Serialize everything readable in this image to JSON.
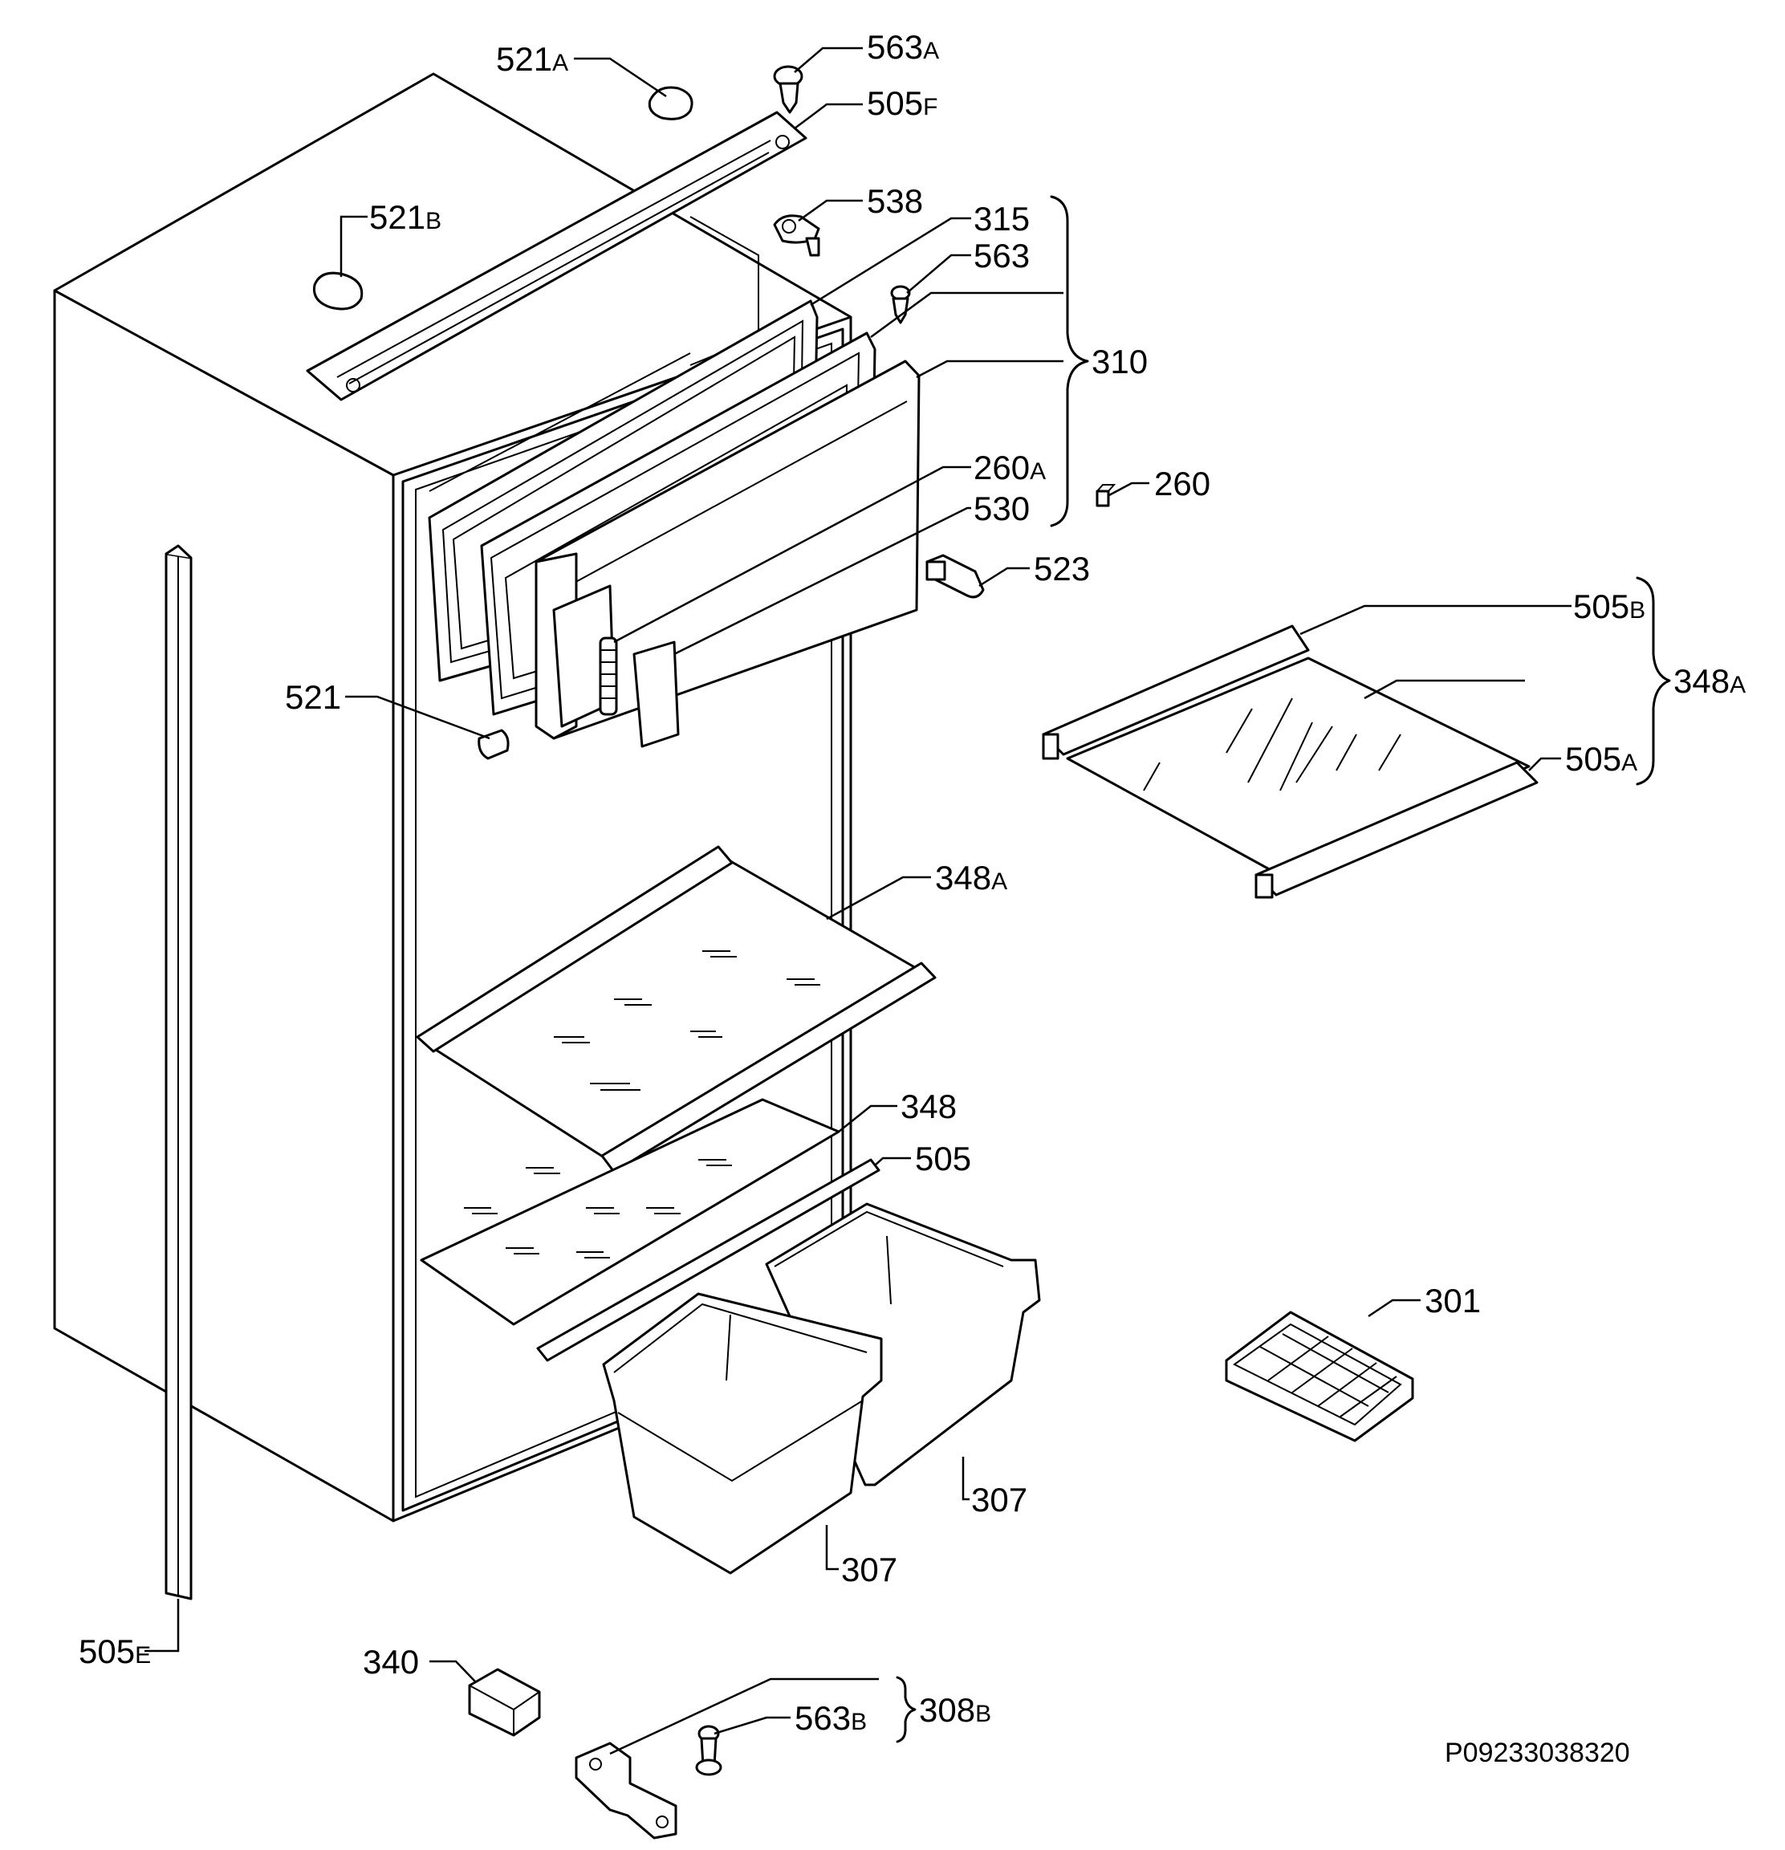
{
  "labels": {
    "l521A": {
      "num": "521",
      "suf": "A"
    },
    "l563A": {
      "num": "563",
      "suf": "A"
    },
    "l505F": {
      "num": "505",
      "suf": "F"
    },
    "l521B": {
      "num": "521",
      "suf": "B"
    },
    "l538": {
      "num": "538",
      "suf": ""
    },
    "l315": {
      "num": "315",
      "suf": ""
    },
    "l563": {
      "num": "563",
      "suf": ""
    },
    "l310": {
      "num": "310",
      "suf": ""
    },
    "l260A": {
      "num": "260",
      "suf": "A"
    },
    "l260": {
      "num": "260",
      "suf": ""
    },
    "l530": {
      "num": "530",
      "suf": ""
    },
    "l523": {
      "num": "523",
      "suf": ""
    },
    "l521": {
      "num": "521",
      "suf": ""
    },
    "l505B": {
      "num": "505",
      "suf": "B"
    },
    "l348A_top": {
      "num": "348",
      "suf": "A"
    },
    "l505A": {
      "num": "505",
      "suf": "A"
    },
    "l348A": {
      "num": "348",
      "suf": "A"
    },
    "l348": {
      "num": "348",
      "suf": ""
    },
    "l505": {
      "num": "505",
      "suf": ""
    },
    "l301": {
      "num": "301",
      "suf": ""
    },
    "l307a": {
      "num": "307",
      "suf": ""
    },
    "l307b": {
      "num": "307",
      "suf": ""
    },
    "l505E": {
      "num": "505",
      "suf": "E"
    },
    "l340": {
      "num": "340",
      "suf": ""
    },
    "l563B": {
      "num": "563",
      "suf": "B"
    },
    "l308B": {
      "num": "308",
      "suf": "B"
    }
  },
  "document_id": "P09233038320"
}
